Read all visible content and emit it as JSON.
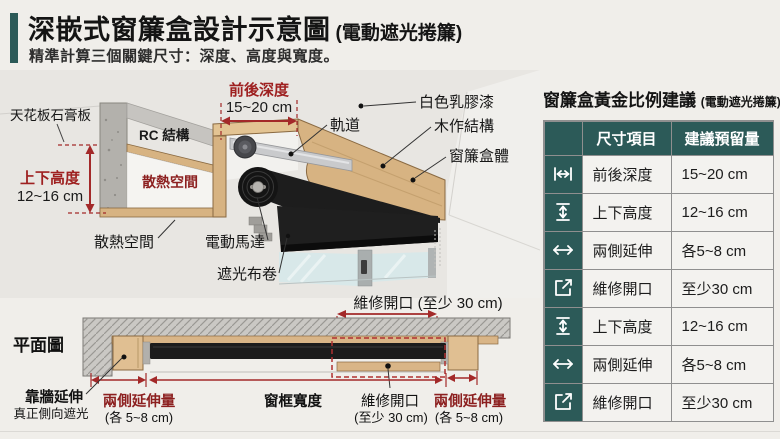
{
  "header": {
    "title": "深嵌式窗簾盒設計示意圖",
    "title_suffix": "(電動遮光捲簾)",
    "subtitle": "精準計算三個關鍵尺寸：深度、高度與寬度。"
  },
  "colors": {
    "accent_teal": "#2c5a58",
    "dimension_red": "#a32929",
    "label_red": "#8c1f1f",
    "wood": "#d7b382",
    "fabric_black": "#1d1d1d",
    "concrete_gray": "#b3b1ac"
  },
  "section": {
    "labels": {
      "ceiling_board": "天花板石膏板",
      "rc_structure": "RC 結構",
      "height_label": "上下高度",
      "height_value": "12~16 cm",
      "heat_space_inner": "散熱空間",
      "heat_space": "散熱空間",
      "motor": "電動馬達",
      "fabric_roll": "遮光布卷",
      "depth_label": "前後深度",
      "depth_value": "15~20 cm",
      "track": "軌道",
      "white_paint": "白色乳膠漆",
      "wood_structure": "木作結構",
      "curtain_box_body": "窗簾盒體",
      "maintenance_opening": "維修開口 (至少 30 cm)"
    }
  },
  "plan": {
    "labels": {
      "plan_title": "平面圖",
      "wall_extend": "靠牆延伸",
      "wall_extend_sub": "真正側向遮光",
      "side_extend_left": "兩側延伸量",
      "side_extend_left_value": "(各 5~8 cm)",
      "window_width": "窗框寬度",
      "maintenance": "維修開口",
      "maintenance_value": "(至少 30 cm)",
      "side_extend_right": "兩側延伸量",
      "side_extend_right_value": "(各 5~8 cm)"
    }
  },
  "panel": {
    "title": "窗簾盒黃金比例建議",
    "title_suffix": "(電動遮光捲簾)",
    "col_item": "尺寸項目",
    "col_value": "建議預留量",
    "rows": [
      {
        "icon": "depth-icon",
        "item": "前後深度",
        "value": "15~20 cm"
      },
      {
        "icon": "height-icon",
        "item": "上下高度",
        "value": "12~16 cm"
      },
      {
        "icon": "extend-icon",
        "item": "兩側延伸",
        "value": "各5~8 cm"
      },
      {
        "icon": "opening-icon",
        "item": "維修開口",
        "value": "至少30 cm"
      },
      {
        "icon": "height-icon",
        "item": "上下高度",
        "value": "12~16 cm"
      },
      {
        "icon": "extend-icon",
        "item": "兩側延伸",
        "value": "各5~8 cm"
      },
      {
        "icon": "opening-icon",
        "item": "維修開口",
        "value": "至少30 cm"
      }
    ]
  }
}
